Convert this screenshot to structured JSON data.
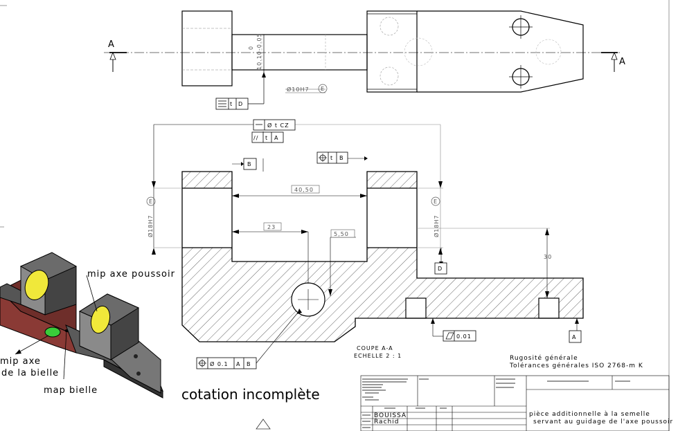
{
  "section_label": "A",
  "dims": {
    "tol_top": "0",
    "tol_bottom": "10.10-0.05",
    "bore_top": "Ø10H7",
    "env_e": "E",
    "width_inner": "40,50",
    "width_23": "23",
    "offset_550": "5,50",
    "height_30": "30",
    "bore_left": "Ø18H7",
    "bore_right": "Ø18H7"
  },
  "gdt": {
    "sym_d": {
      "sym": "⌯",
      "tol": "t",
      "ref": "D"
    },
    "cyl_cz": {
      "tol": "Ø t CZ"
    },
    "par_a": {
      "sym": "//",
      "tol": "t",
      "ref": "A"
    },
    "pos_b": {
      "tol": "t",
      "ref": "B"
    },
    "flat": {
      "tol": "0.01"
    },
    "pos_ab": {
      "tol": "Ø 0.1",
      "ref1": "A",
      "ref2": "B"
    }
  },
  "datums": {
    "b": "B",
    "d": "D",
    "a": "A"
  },
  "section_title": "COUPE A-A",
  "scale": "ECHELLE 2 : 1",
  "notes": {
    "roughness": "Rugosité générale",
    "tolerances": "Tolérances générales ISO 2768-m K"
  },
  "callouts": {
    "mip_axe_poussoir": "mip axe poussoir",
    "mip_axe_line1": "mip axe",
    "mip_axe_line2": "de la bielle",
    "map_bielle": "map bielle"
  },
  "caption": "cotation incomplète",
  "title_block": {
    "name1": "BOUISSA",
    "name2": "Rachid",
    "title_line1": "pièce additionnelle à la semelle",
    "title_line2": "servant au guidage de l'axe poussoir"
  },
  "colors": {
    "part_grey": "#6b6b6b",
    "part_dark": "#3c3c3c",
    "part_red": "#8a3a35",
    "bore_yellow": "#f0e83a",
    "bore_green": "#3acc3a"
  }
}
